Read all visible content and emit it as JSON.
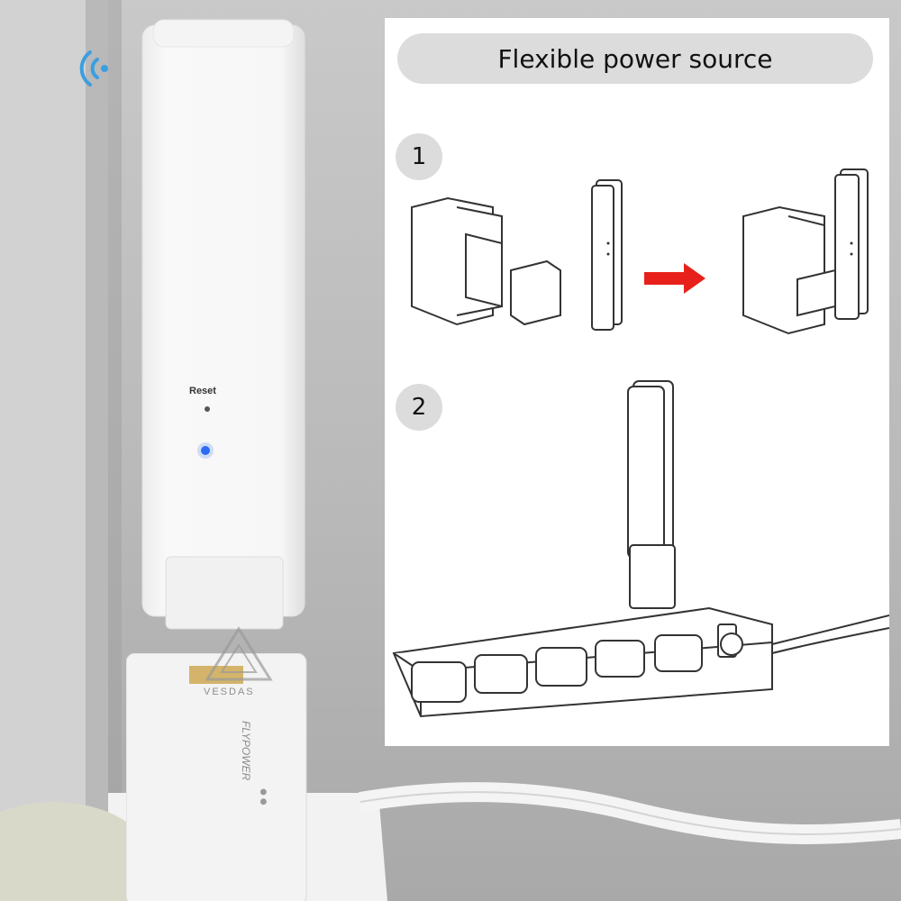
{
  "headline": "Flexible power source",
  "steps": [
    {
      "number": "1"
    },
    {
      "number": "2"
    }
  ],
  "device": {
    "reset_label": "Reset",
    "adapter_brand": "FLYPOWER"
  },
  "watermark": "VESDAS",
  "colors": {
    "panel_bg": "#ffffff",
    "pill_bg": "#dcdcdc",
    "arrow_red": "#e8201c",
    "wifi_blue": "#3a9fe0",
    "led_blue": "#2d6cf0"
  },
  "icons": [
    "wifi-icon",
    "right-arrow-icon"
  ]
}
